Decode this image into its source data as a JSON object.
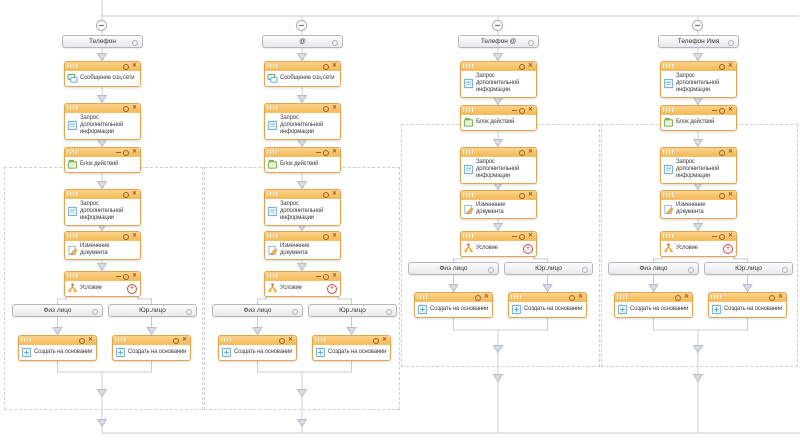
{
  "app": {
    "name": "workflow-designer-canvas"
  },
  "colors": {
    "node_border": "#e0a452",
    "node_header_top": "#fbd38e",
    "node_header_bottom": "#f5ba55",
    "node_body": "#ffffff",
    "branch_box_border": "#b6b6bc",
    "line": "#c8ccd6",
    "arrow_fill": "#d9dce3",
    "arrow_border": "#b8bcc8",
    "dashed_border": "#cfcfcf",
    "minus_red": "#d0453e",
    "text": "#3f3f3f"
  },
  "ui": {
    "close_glyph": "✕",
    "add_glyph": "+"
  },
  "columns": [
    {
      "header": "Телефон",
      "nodes": [
        {
          "label": "Сообщение соц.сети",
          "icon": "chat-icon"
        },
        {
          "label": "Запрос дополнительной информации",
          "icon": "form-icon"
        },
        {
          "label": "Блок действий",
          "icon": "action-block-icon"
        },
        {
          "label": "Запрос дополнительной информации",
          "icon": "form-icon"
        },
        {
          "label": "Изменение документа",
          "icon": "edit-pencil-icon"
        },
        {
          "label": "Условие",
          "icon": "condition-icon"
        }
      ],
      "branches": [
        {
          "label": "Физ лицо"
        },
        {
          "label": "Юр.лицо"
        }
      ],
      "creates": [
        {
          "label": "Создать на основании"
        },
        {
          "label": "Создать на основании"
        }
      ]
    },
    {
      "header": "@",
      "nodes": [
        {
          "label": "Сообщение соц.сети",
          "icon": "chat-icon"
        },
        {
          "label": "Запрос дополнительной информации",
          "icon": "form-icon"
        },
        {
          "label": "Блок действий",
          "icon": "action-block-icon"
        },
        {
          "label": "Запрос дополнительной информации",
          "icon": "form-icon"
        },
        {
          "label": "Изменение документа",
          "icon": "edit-pencil-icon"
        },
        {
          "label": "Условие",
          "icon": "condition-icon"
        }
      ],
      "branches": [
        {
          "label": "Физ лицо"
        },
        {
          "label": "Юр.лицо"
        }
      ],
      "creates": [
        {
          "label": "Создать на основании"
        },
        {
          "label": "Создать на основании"
        }
      ]
    },
    {
      "header": "Телефон @",
      "nodes": [
        {
          "label": "Запрос дополнительной информации",
          "icon": "form-icon"
        },
        {
          "label": "Блок действий",
          "icon": "action-block-icon"
        },
        {
          "label": "Запрос дополнительной информации",
          "icon": "form-icon"
        },
        {
          "label": "Изменение документа",
          "icon": "edit-pencil-icon"
        },
        {
          "label": "Условие",
          "icon": "condition-icon"
        }
      ],
      "branches": [
        {
          "label": "Физ лицо"
        },
        {
          "label": "Юр.лицо"
        }
      ],
      "creates": [
        {
          "label": "Создать на основании"
        },
        {
          "label": "Создать на основании"
        }
      ]
    },
    {
      "header": "Телефон Имя",
      "nodes": [
        {
          "label": "Запрос дополнительной информации",
          "icon": "form-icon"
        },
        {
          "label": "Блок действий",
          "icon": "action-block-icon"
        },
        {
          "label": "Запрос дополнительной информации",
          "icon": "form-icon"
        },
        {
          "label": "Изменение документа",
          "icon": "edit-pencil-icon"
        },
        {
          "label": "Условие",
          "icon": "condition-icon"
        }
      ],
      "branches": [
        {
          "label": "Физ лицо"
        },
        {
          "label": "Юр.лицо"
        }
      ],
      "creates": [
        {
          "label": "Создать на основании"
        },
        {
          "label": "Создать на основании"
        }
      ]
    }
  ]
}
